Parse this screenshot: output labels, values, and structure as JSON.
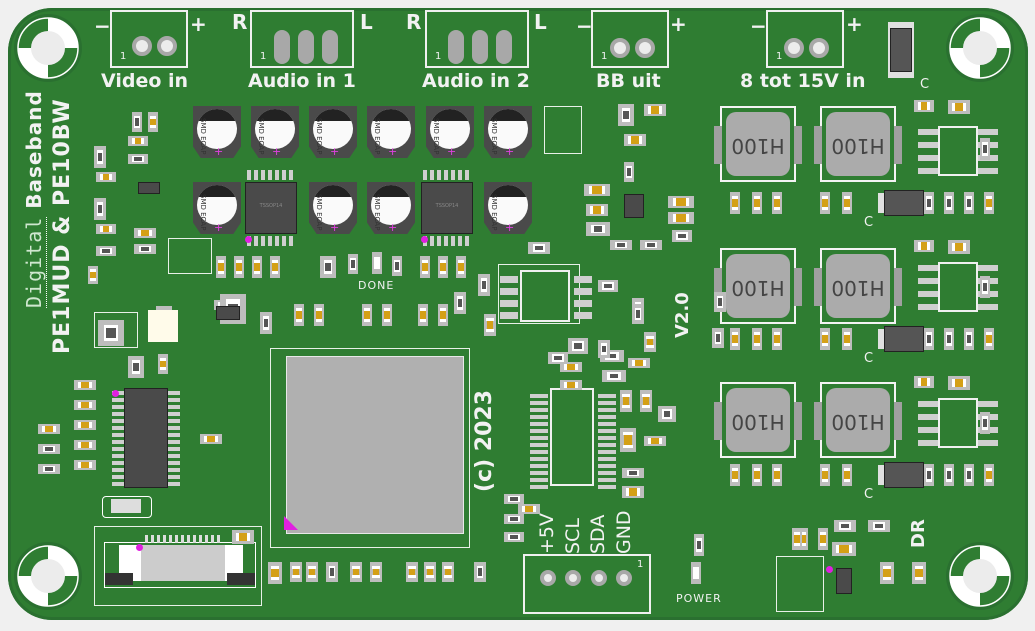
{
  "board": {
    "title_line1": "Digital Baseband",
    "title_line1_dotted": "Digital",
    "title_line1_bold": "Baseband",
    "title_line2": "PE1MUD & PE10BW",
    "version": "V2.0",
    "copyright": "(c) 2023",
    "colors": {
      "soldermask": "#2f7d32",
      "silkscreen": "#f2f2f2",
      "pad": "#b4b4b4",
      "capacitor": "#d4a017",
      "resistor": "#555555",
      "marker": "#e020e0",
      "background": "#f0f0f0"
    }
  },
  "connectors": [
    {
      "name": "video-in",
      "label": "Video in",
      "minus": "−",
      "plus": "+",
      "pin1": "1",
      "pins": 2
    },
    {
      "name": "audio-in-1",
      "label": "Audio in 1",
      "left": "R",
      "right": "L",
      "pin1": "1",
      "pins": 3
    },
    {
      "name": "audio-in-2",
      "label": "Audio in 2",
      "left": "R",
      "right": "L",
      "pin1": "1",
      "pins": 3
    },
    {
      "name": "bb-uit",
      "label": "BB uit",
      "minus": "−",
      "plus": "+",
      "pin1": "1",
      "pins": 2
    },
    {
      "name": "power-in",
      "label": "8 tot 15V in",
      "minus": "−",
      "plus": "+",
      "pin1": "1",
      "pins": 2
    },
    {
      "name": "i2c-header",
      "pins_labels": [
        "+5V",
        "SCL",
        "SDA",
        "GND"
      ],
      "pin1": "1",
      "pins": 4
    }
  ],
  "leds": [
    {
      "name": "done-led",
      "label": "DONE"
    },
    {
      "name": "power-led",
      "label": "POWER"
    }
  ],
  "markings": {
    "diode_mark": "C",
    "dr_label": "DR",
    "inductor_value": "H100",
    "ecap_label": "SMD ECAP",
    "ic1_label": "TSSOP14",
    "ic2_label": "TSSOP14"
  }
}
